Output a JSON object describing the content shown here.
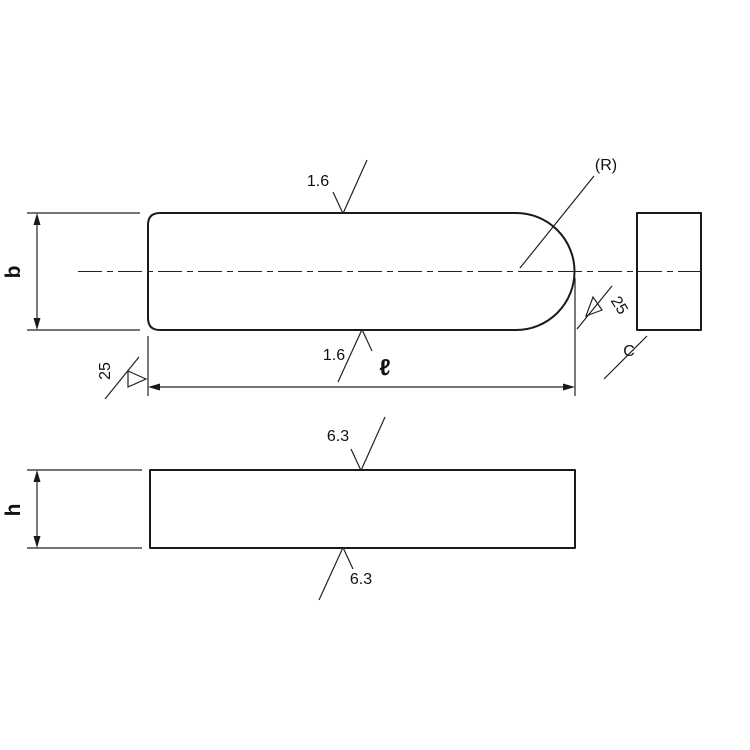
{
  "drawing": {
    "labels": {
      "width_dim": "b",
      "height_dim": "h",
      "length_dim": "ℓ",
      "radius_ref": "(R)",
      "chamfer_ref": "C",
      "roughness": {
        "key_top": "1.6",
        "key_bottom": "1.6",
        "side_top": "6.3",
        "side_bottom": "6.3",
        "end_left": "25",
        "end_right": "25"
      }
    }
  }
}
